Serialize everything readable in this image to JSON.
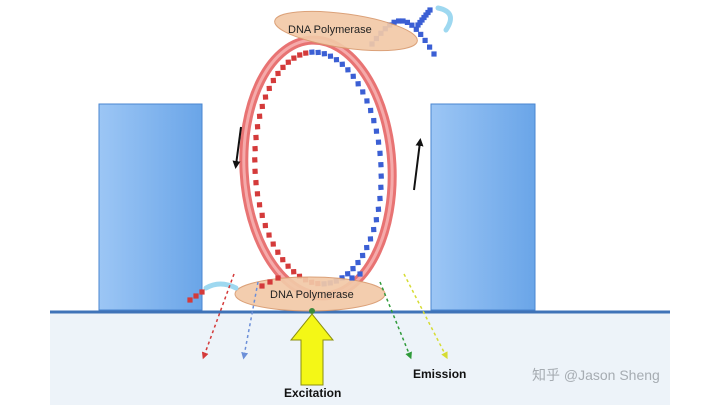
{
  "labels": {
    "polymerase_top": "DNA Polymerase",
    "polymerase_bottom": "DNA Polymerase",
    "excitation": "Excitation",
    "emission": "Emission",
    "watermark": "知乎 @Jason Sheng"
  },
  "colors": {
    "background": "#ffffff",
    "pillar": "#7fb3ee",
    "pillar_stroke": "#4a86d0",
    "substrate": "#edf3f9",
    "substrate_line": "#3f73b8",
    "template_strand": "#e45a5a",
    "template_fill": "#f5aaaa",
    "synthesized_strand": "#5c8fd6",
    "polymerase": "#f2c9a8",
    "polymerase_stroke": "#d99a6e",
    "excitation_arrow": "#f4f716",
    "nucleotide_cyan": "#9ed8f0",
    "red_dot": "#d43a3a",
    "blue_dot": "#3b5fd4"
  },
  "icons": {
    "rotation_arrows": [
      "arrow-down-icon",
      "arrow-up-icon"
    ],
    "excitation": "arrow-up-icon",
    "emission": "dashed-arrow-icon"
  }
}
